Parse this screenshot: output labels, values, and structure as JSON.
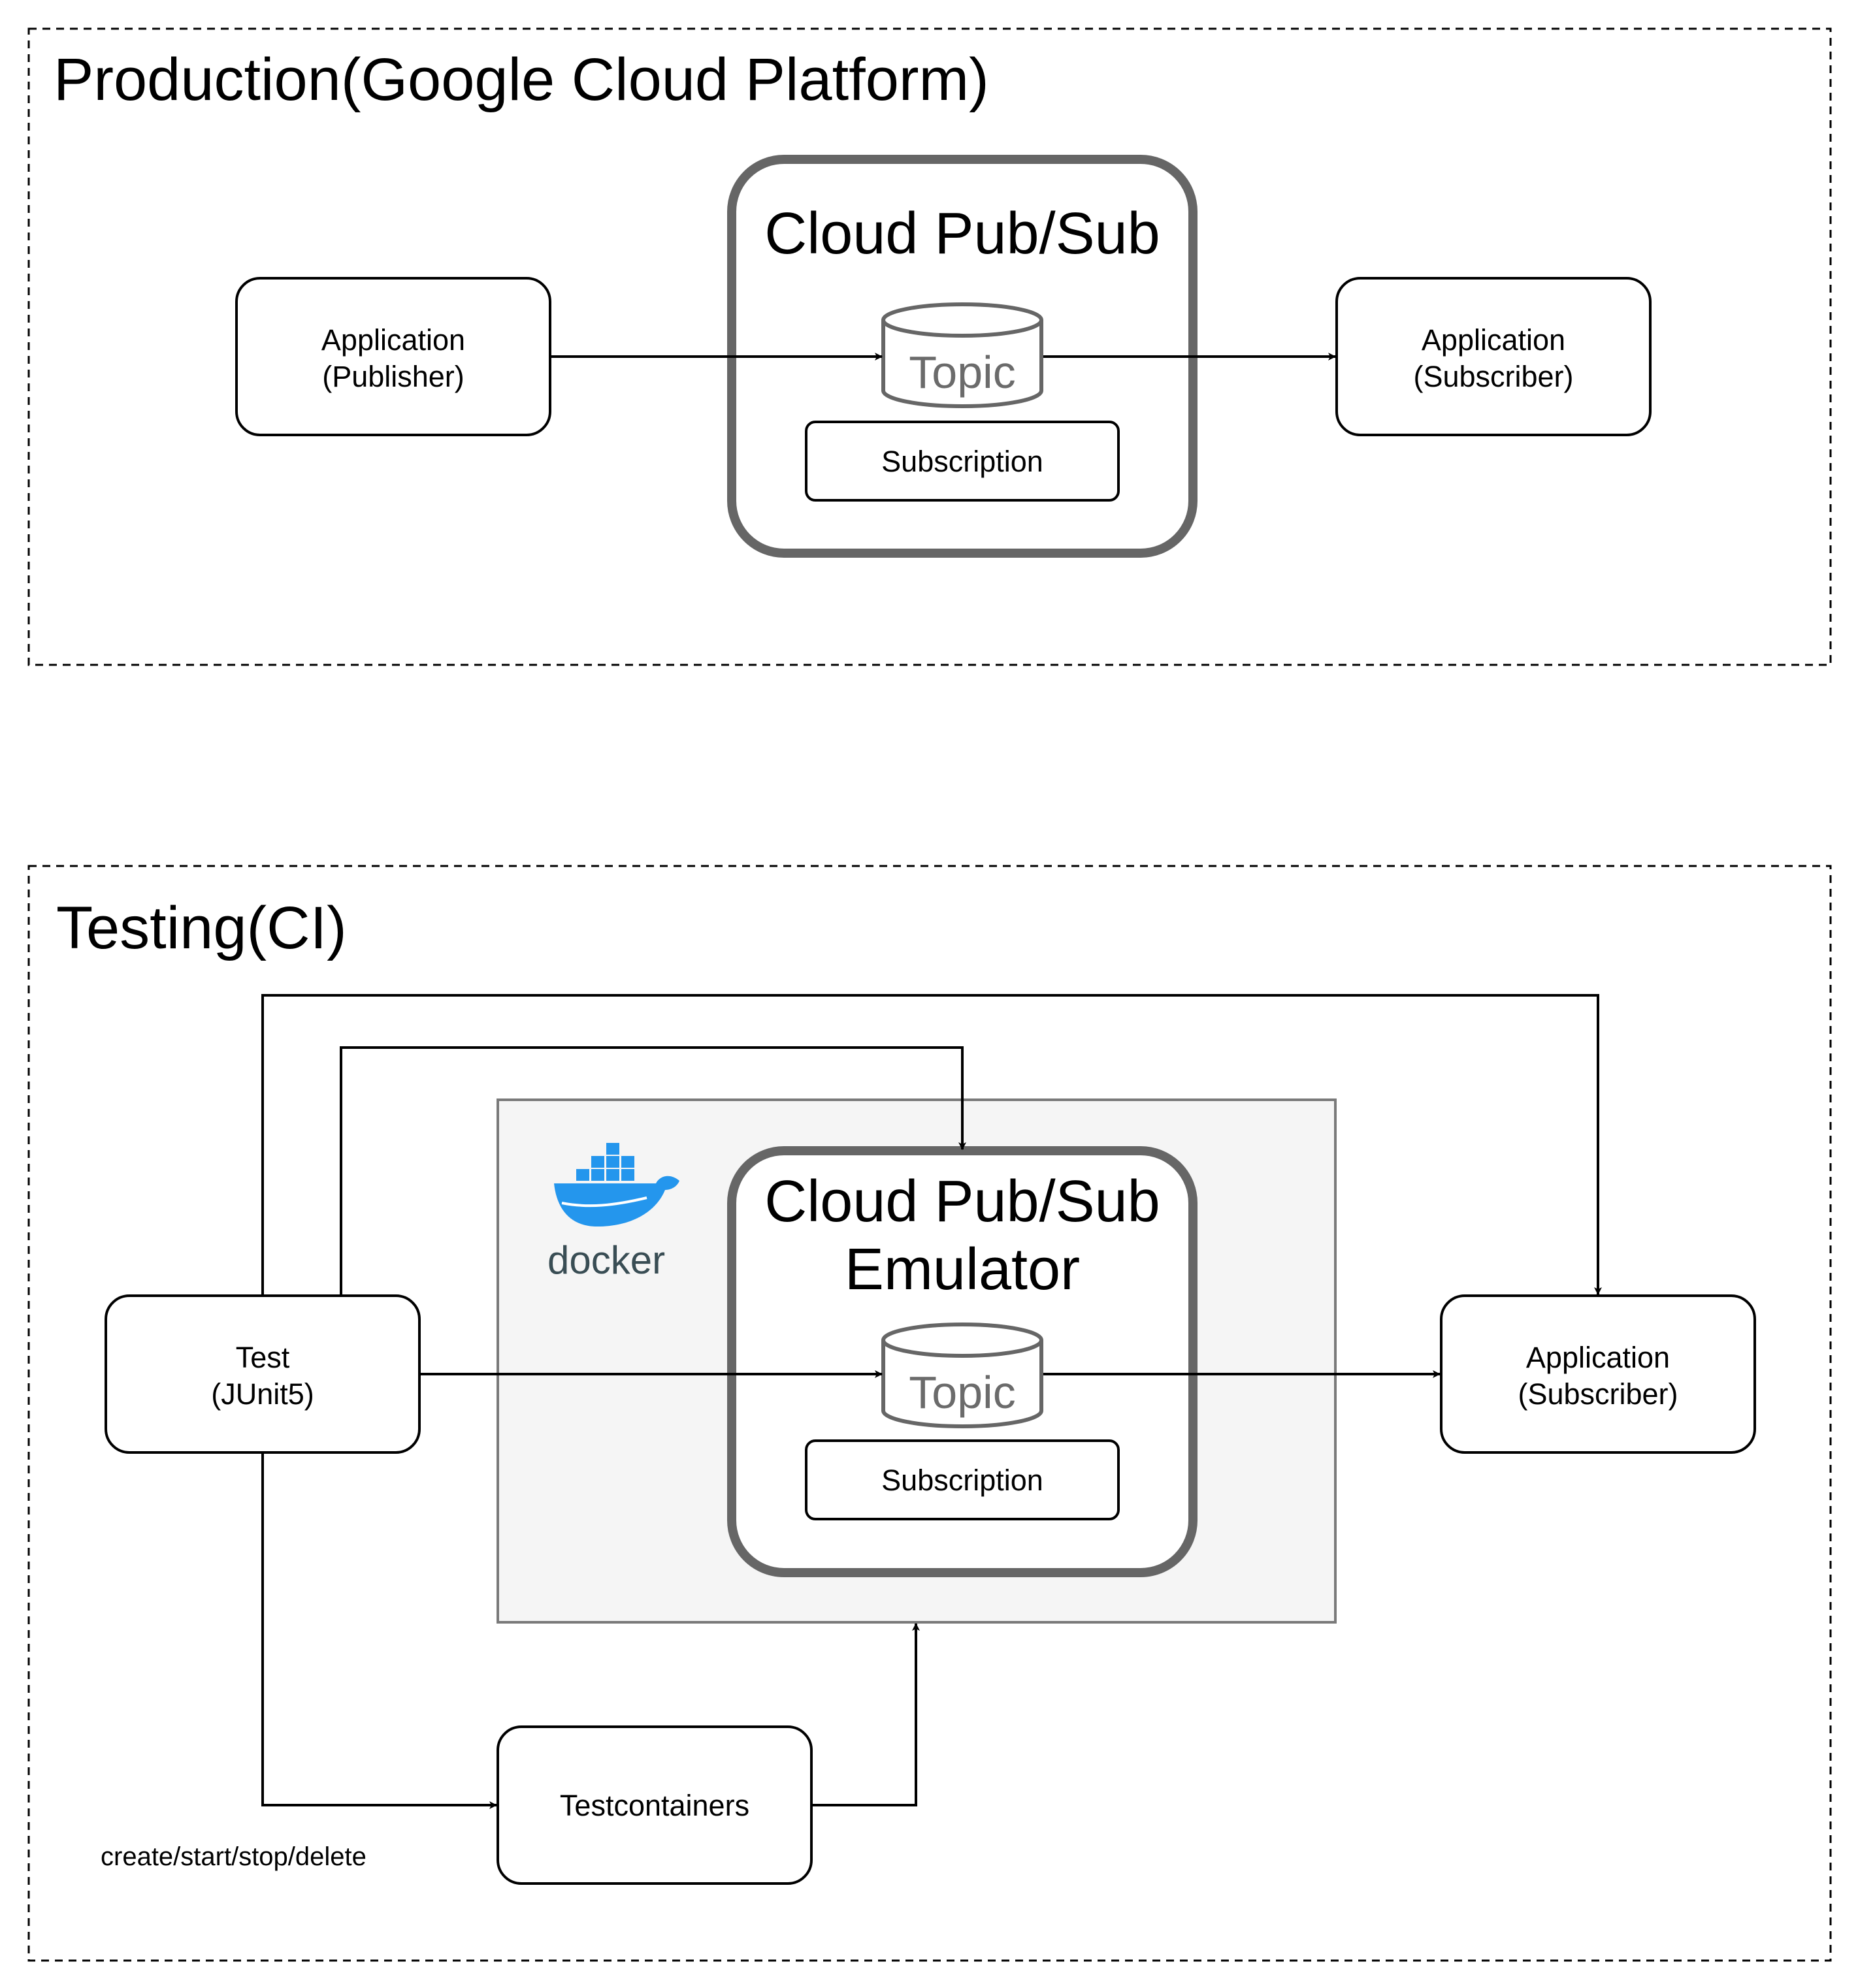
{
  "production": {
    "title": "Production(Google Cloud Platform)",
    "pubsub_title": "Cloud Pub/Sub",
    "publisher": {
      "line1": "Application",
      "line2": "(Publisher)"
    },
    "topic": "Topic",
    "subscription": "Subscription",
    "subscriber": {
      "line1": "Application",
      "line2": "(Subscriber)"
    }
  },
  "testing": {
    "title": "Testing(CI)",
    "emulator_title_line1": "Cloud Pub/Sub",
    "emulator_title_line2": "Emulator",
    "test": {
      "line1": "Test",
      "line2": "(JUnit5)"
    },
    "topic": "Topic",
    "subscription": "Subscription",
    "subscriber": {
      "line1": "Application",
      "line2": "(Subscriber)"
    },
    "testcontainers": "Testcontainers",
    "docker_logo_text": "docker",
    "lifecycle_label": "create/start/stop/delete"
  },
  "colors": {
    "line": "#000000",
    "pubsub_border": "#666666",
    "docker_fill": "#f5f5f5",
    "docker_border": "#7a7a7a",
    "topic_text": "#6b6b6b",
    "docker_blue": "#2496ed",
    "docker_navy": "#394d54"
  }
}
